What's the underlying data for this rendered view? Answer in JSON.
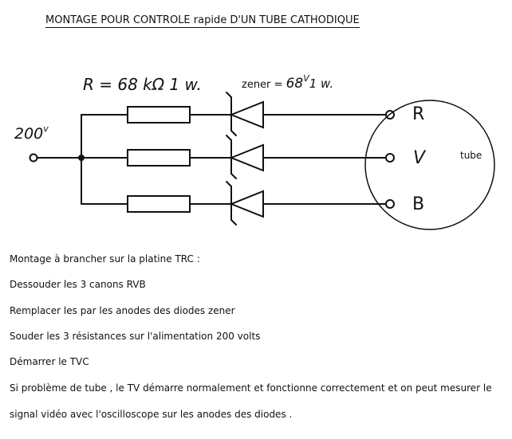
{
  "title": "MONTAGE POUR CONTROLE rapide D'UN TUBE CATHODIQUE",
  "schematic": {
    "resistor_label": "R = 68 kΩ 1 w.",
    "zener_label_prefix": "zener = ",
    "zener_label_value": "68",
    "zener_label_unit": "V",
    "zener_label_suffix": "1 w.",
    "supply_label": "200",
    "supply_unit": "v",
    "channels": [
      "R",
      "V",
      "B"
    ],
    "tube_label": "tube"
  },
  "text": {
    "line1": "Montage à brancher sur la platine TRC :",
    "line2": "Dessouder les 3 canons RVB",
    "line3": "Remplacer les par les anodes des diodes zener",
    "line4": "Souder les 3 résistances sur l'alimentation 200 volts",
    "line5": "Démarrer le TVC",
    "line6": "Si problème de tube , le TV démarre normalement et fonctionne correctement et on peut mesurer le",
    "line7": "signal vidéo avec l'oscilloscope sur les anodes des diodes ."
  }
}
